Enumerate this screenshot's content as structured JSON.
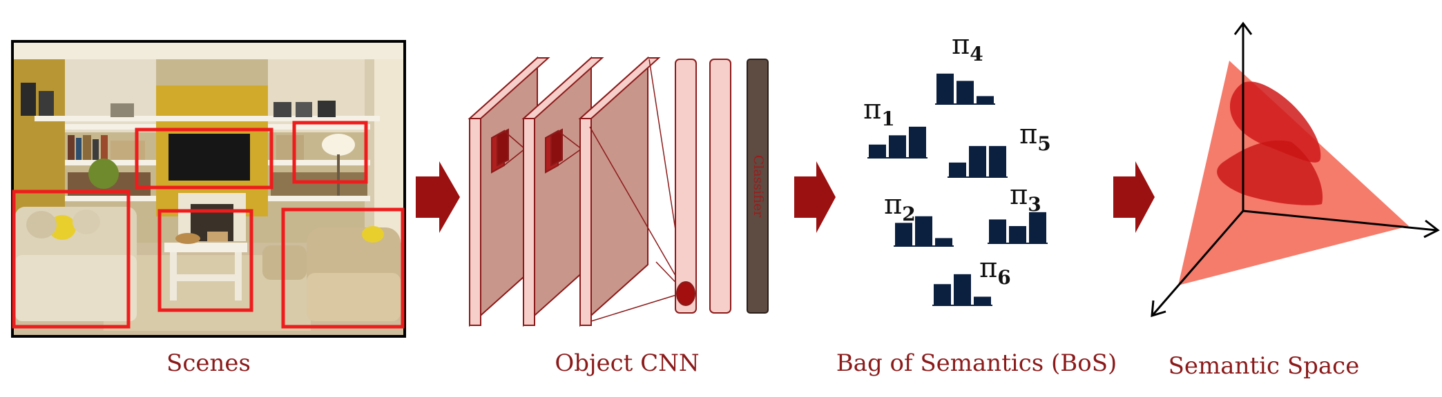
{
  "captions": {
    "scenes": "Scenes",
    "object_cnn": "Object CNN",
    "bos": "Bag of Semantics (BoS)",
    "semantic_space": "Semantic Space"
  },
  "classifier_label": "Classifier",
  "colors": {
    "accent": "#8b1a1a",
    "arrow": "#9b1010",
    "layer_fill": "#c9968b",
    "layer_stroke": "#8b1a1a",
    "layer_light": "#f6cfca",
    "classifier_fill": "#5e4b41",
    "bar": "#0b1f3f",
    "box_red": "#ee1c1c",
    "simplex": "#f4705e",
    "blob": "#cf1a1a"
  },
  "histograms": [
    {
      "symbol": "π",
      "index": "4",
      "bars": [
        0.9,
        0.68,
        0.22
      ]
    },
    {
      "symbol": "π",
      "index": "1",
      "bars": [
        0.38,
        0.66,
        0.92
      ]
    },
    {
      "symbol": "π",
      "index": "5",
      "bars": [
        0.42,
        0.92,
        0.92
      ]
    },
    {
      "symbol": "π",
      "index": "2",
      "bars": [
        0.68,
        0.88,
        0.22
      ]
    },
    {
      "symbol": "π",
      "index": "3",
      "bars": [
        0.7,
        0.5,
        0.92
      ]
    },
    {
      "symbol": "π",
      "index": "6",
      "bars": [
        0.62,
        0.92,
        0.24
      ]
    }
  ]
}
